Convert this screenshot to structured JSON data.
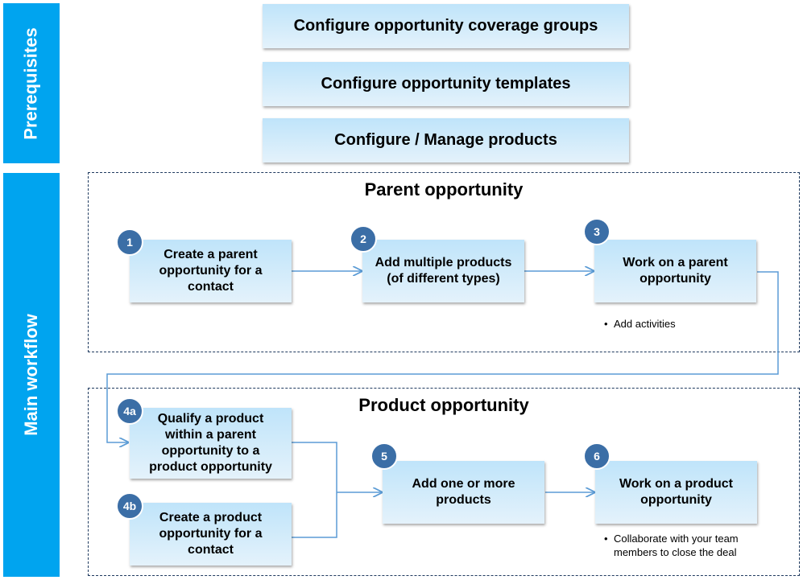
{
  "side_labels": {
    "prerequisites": "Prerequisites",
    "main_workflow": "Main workflow"
  },
  "prerequisites": [
    "Configure opportunity coverage groups",
    "Configure opportunity templates",
    "Configure / Manage products"
  ],
  "parent_panel": {
    "title": "Parent opportunity",
    "steps": [
      {
        "badge": "1",
        "text": "Create a parent opportunity for a contact"
      },
      {
        "badge": "2",
        "text": "Add multiple products (of different types)"
      },
      {
        "badge": "3",
        "text": "Work on a parent opportunity"
      }
    ],
    "note": "Add activities"
  },
  "product_panel": {
    "title": "Product opportunity",
    "steps": [
      {
        "badge": "4a",
        "text": "Qualify a product within a parent opportunity to a product opportunity"
      },
      {
        "badge": "4b",
        "text": "Create a product opportunity for a contact"
      },
      {
        "badge": "5",
        "text": "Add one or more products"
      },
      {
        "badge": "6",
        "text": "Work on a product opportunity"
      }
    ],
    "note": "Collaborate with your team members to close the deal"
  },
  "colors": {
    "side_band": "#00a4ef",
    "badge": "#3b6ea6",
    "connector": "#5b9bd5",
    "panel_border": "#1f3a5f"
  }
}
